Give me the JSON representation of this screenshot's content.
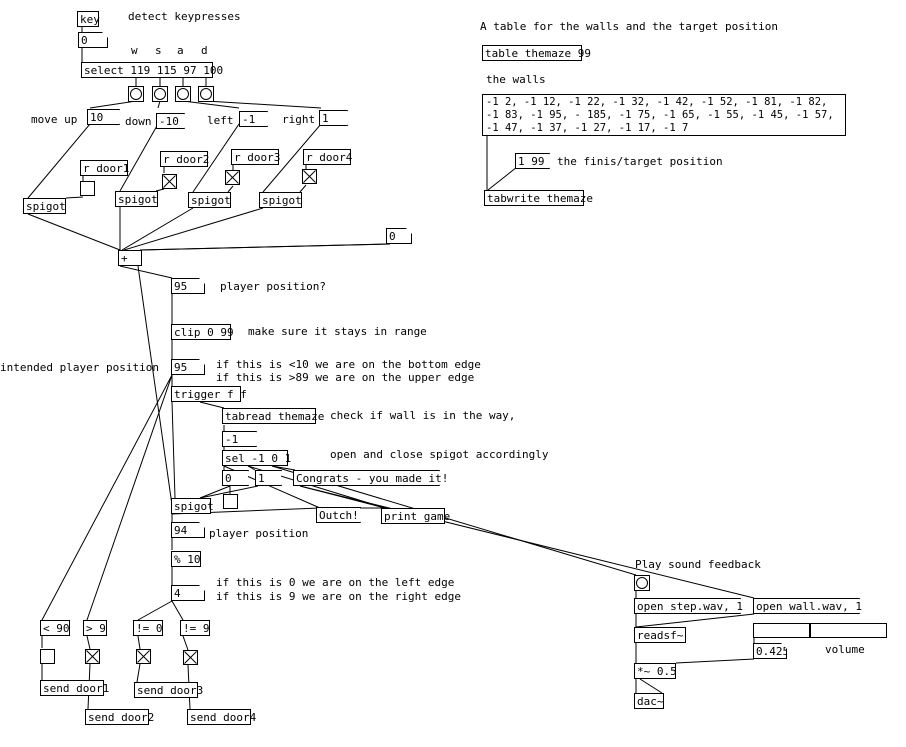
{
  "objects": {
    "key": "key",
    "select": "select 119 115 97 100",
    "r_door1": "r door1",
    "r_door2": "r door2",
    "r_door3": "r door3",
    "r_door4": "r door4",
    "spigot1": "spigot",
    "spigot2": "spigot",
    "spigot3": "spigot",
    "spigot4": "spigot",
    "plus": "+",
    "clip": "clip 0 99",
    "trigger": "trigger f f",
    "tabread": "tabread themaze",
    "sel": "sel -1 0 1",
    "spigot5": "spigot",
    "mod": "% 10",
    "lt90": "< 90",
    "gt9": "> 9",
    "ne0": "!= 0",
    "ne9": "!= 9",
    "send_door1": "send door1",
    "send_door2": "send door2",
    "send_door3": "send door3",
    "send_door4": "send door4",
    "table": "table themaze 99",
    "tabwrite": "tabwrite themaze",
    "readsf": "readsf~",
    "mul": "*~ 0.5",
    "dac": "dac~",
    "print": "print game"
  },
  "messages": {
    "move_up_val": "10",
    "down_val": "-10",
    "left_val": "-1",
    "right_val": "1",
    "zero": "0",
    "one": "1",
    "congrats": "Congrats - you made it!",
    "outch": "Outch!",
    "minus1": "-1",
    "target": "1 99",
    "open_step": "open step.wav, 1",
    "open_wall": "open wall.wav, 1",
    "walls": "-1 2, -1 12, -1 22, -1 32, -1 42, -1 52, -1 81, -1 82, -1 83, -1 95, - 185, -1 75, -1 65, -1 55, -1 45, -1 57, -1 47, -1 37, -1 27, -1 17, -1 7"
  },
  "numbers": {
    "key_out": "0",
    "sum_right": "0",
    "pos1": "95",
    "pos2": "95",
    "player_pos": "94",
    "mod_out": "4",
    "volume": "0.425"
  },
  "comments": {
    "detect": "detect keypresses",
    "w": "w",
    "s": "s",
    "a": "a",
    "d": "d",
    "move_up": "move up",
    "down": "down",
    "left": "left",
    "right": "right",
    "player_position_q": "player position?",
    "range": "make sure it stays in range",
    "intended": "intended player position",
    "bottom": "if this is <10 we are on the bottom edge",
    "upper": "if this is >89 we are on the upper edge",
    "check_wall": "check if wall is in the way,",
    "open_close": "open and close spigot accordingly",
    "player_position": "player position",
    "left_edge": "if this is 0 we are on the left edge",
    "right_edge": "if this is 9 we are on the right edge",
    "table_title": "A table for the walls and the target position",
    "the_walls": "the walls",
    "finish": "the finis/target position",
    "play_sound": "Play sound feedback",
    "volume": "volume"
  },
  "toggles": {
    "door2": true,
    "door3": true,
    "door4": true,
    "door1": false,
    "lt90": false,
    "gt9": true,
    "ne0": true,
    "ne9": true,
    "sel_toggle": false
  },
  "slider": {
    "volume_fraction": 0.425
  }
}
